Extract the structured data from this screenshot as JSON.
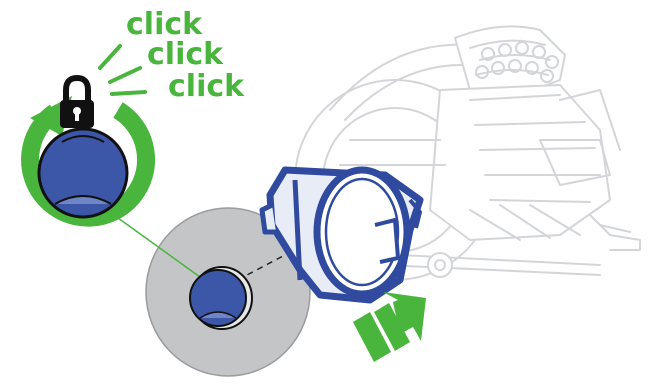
{
  "labels": {
    "click_1": "click",
    "click_2": "click",
    "click_3": "click"
  },
  "colors": {
    "accent_green": "#49b53c",
    "part_blue": "#3c57a8",
    "outline_blue": "#2f4a9e",
    "disc_gray": "#c4c5c7",
    "machine_line": "#d3d5d8",
    "lock_black": "#111111"
  },
  "icons": {
    "lock": "padlock-icon",
    "rotation": "rotation-arrow-icon",
    "direction": "direction-arrow-icon"
  }
}
